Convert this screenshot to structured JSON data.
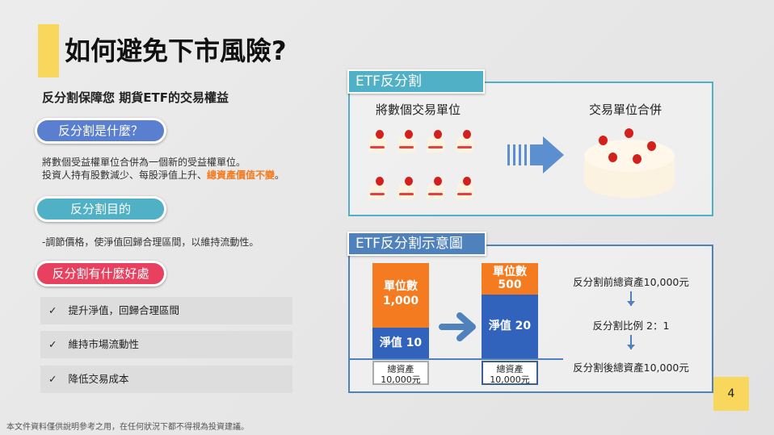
{
  "title": "如何避免下市風險?",
  "subtitle": "反分割保障您 期貨ETF的交易權益",
  "sections": {
    "what": {
      "label": "反分割是什麼？",
      "line1": "將數個受益權單位合併為一個新的受益權單位。",
      "line2_prefix": "投資人持有股數減少、每股淨值上升、",
      "line2_highlight": "總資產價值不變",
      "line2_suffix": "。"
    },
    "purpose": {
      "label": "反分割目的",
      "text": "-調節價格，使淨值回歸合理區間，以維持流動性。"
    },
    "benefits": {
      "label": "反分割有什麼好處",
      "items": [
        "提升淨值，回歸合理區間",
        "維持市場流動性",
        "降低交易成本"
      ]
    }
  },
  "check_symbol": "✓",
  "panel1": {
    "header": "ETF反分割",
    "left_label": "將數個交易單位",
    "right_label": "交易單位合併"
  },
  "panel2": {
    "header": "ETF反分割示意圖",
    "before": {
      "units_label": "單位數",
      "units": "1,000",
      "nav": "淨值 10",
      "total_label": "總資產",
      "total": "10,000元"
    },
    "after": {
      "units_label": "單位數",
      "units": "500",
      "nav": "淨值 20",
      "total_label": "總資產",
      "total": "10,000元"
    },
    "flow": [
      "反分割前總資產10,000元",
      "反分割比例 2：1",
      "反分割後總資產10,000元"
    ]
  },
  "page_number": "4",
  "disclaimer": "本文件資料僅供說明參考之用，在任何狀況下都不得視為投資建議。",
  "colors": {
    "blue_pill": "#5b7fd0",
    "teal_pill": "#4fb0c6",
    "red_pill": "#e8415f",
    "orange": "#f47b20",
    "blue": "#3163bd"
  }
}
